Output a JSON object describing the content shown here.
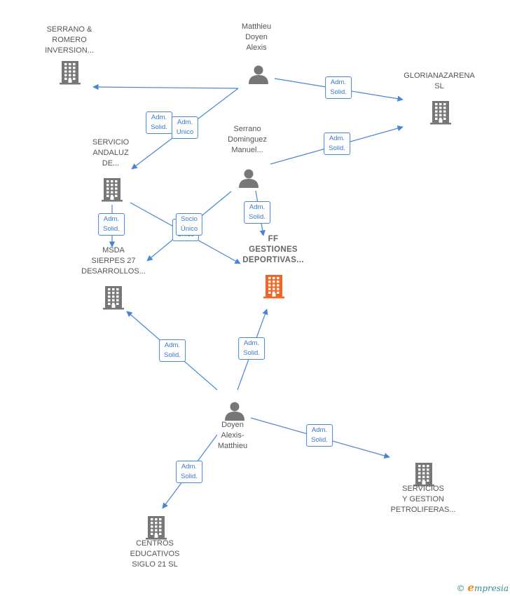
{
  "colors": {
    "edge": "#4a86d0",
    "node": "#777777",
    "focus": "#f26522"
  },
  "nodes": [
    {
      "id": "serrano_romero",
      "type": "company",
      "label": "SERRANO &\nROMERO\nINVERSION..."
    },
    {
      "id": "matthieu",
      "type": "person",
      "label": "Matthieu\nDoyen\nAlexis"
    },
    {
      "id": "glorianazarena",
      "type": "company",
      "label": "GLORIANAZARENA\nSL"
    },
    {
      "id": "servicio_andaluz",
      "type": "company",
      "label": "SERVICIO\nANDALUZ\nDE..."
    },
    {
      "id": "serrano_dominguez",
      "type": "person",
      "label": "Serrano\nDominguez\nManuel..."
    },
    {
      "id": "msda",
      "type": "company",
      "label": "MSDA\nSIERPES 27\nDESARROLLOS..."
    },
    {
      "id": "ff",
      "type": "focus",
      "label": "FF\nGESTIONES\nDEPORTIVAS..."
    },
    {
      "id": "doyen",
      "type": "person",
      "label": "Doyen\nAlexis-\nMatthieu"
    },
    {
      "id": "servicios_gestion",
      "type": "company",
      "label": "SERVICIOS\nY GESTION\nPETROLIFERAS..."
    },
    {
      "id": "centros",
      "type": "company",
      "label": "CENTROS\nEDUCATIVOS\nSIGLO 21  SL"
    }
  ],
  "edges": [
    {
      "from": "matthieu",
      "to": "glorianazarena",
      "label": "Adm.\nSolid."
    },
    {
      "from": "matthieu",
      "to": "serrano_romero",
      "label": "Adm.\nSolid."
    },
    {
      "from": "matthieu",
      "to": "servicio_andaluz",
      "label": "Adm.\nUnico"
    },
    {
      "from": "serrano_dominguez",
      "to": "glorianazarena",
      "label": "Adm.\nSolid."
    },
    {
      "from": "serrano_dominguez",
      "to": "ff",
      "label": "Adm.\nSolid."
    },
    {
      "from": "serrano_dominguez",
      "to": "msda",
      "label": "Socio\nÚnico"
    },
    {
      "from": "servicio_andaluz",
      "to": "msda",
      "label": "Socio\nÚnico"
    },
    {
      "from": "servicio_andaluz",
      "to": "ff",
      "label": "Adm.\nSolid."
    },
    {
      "from": "doyen",
      "to": "msda",
      "label": "Adm.\nSolid."
    },
    {
      "from": "doyen",
      "to": "ff",
      "label": "Adm.\nSolid."
    },
    {
      "from": "doyen",
      "to": "servicios_gestion",
      "label": "Adm.\nSolid."
    },
    {
      "from": "doyen",
      "to": "centros",
      "label": "Adm.\nSolid."
    }
  ],
  "footer": {
    "copyright": "©",
    "brand_initial": "e",
    "brand_rest": "mpresia"
  }
}
